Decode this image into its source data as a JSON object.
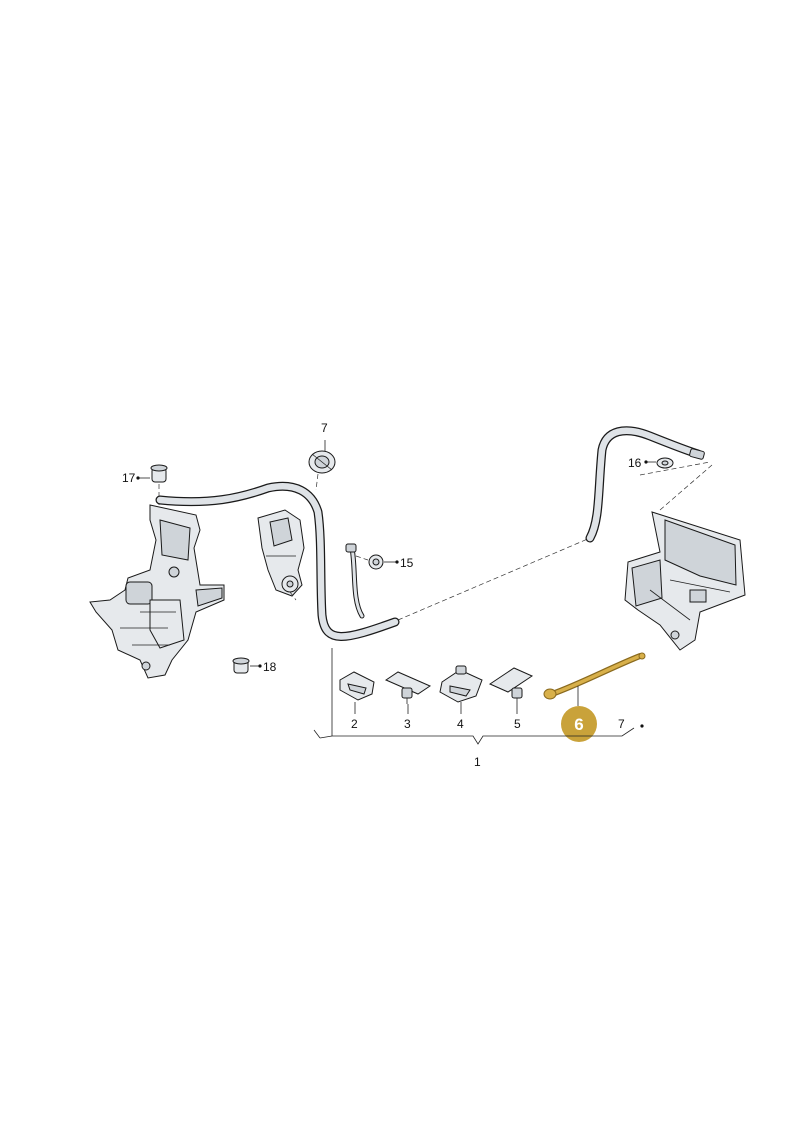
{
  "callouts": {
    "p1": "1",
    "p2": "2",
    "p3": "3",
    "p4": "4",
    "p5": "5",
    "p6": "6",
    "p7_top": "7",
    "p7_bottom": "7",
    "p15": "15",
    "p16": "16",
    "p17": "17",
    "p18": "18"
  },
  "colors": {
    "highlight_badge": "#c9a23a",
    "highlight_part": "#d8b04a",
    "line": "#1a1a1a",
    "part_fill": "#e6e9ec"
  }
}
